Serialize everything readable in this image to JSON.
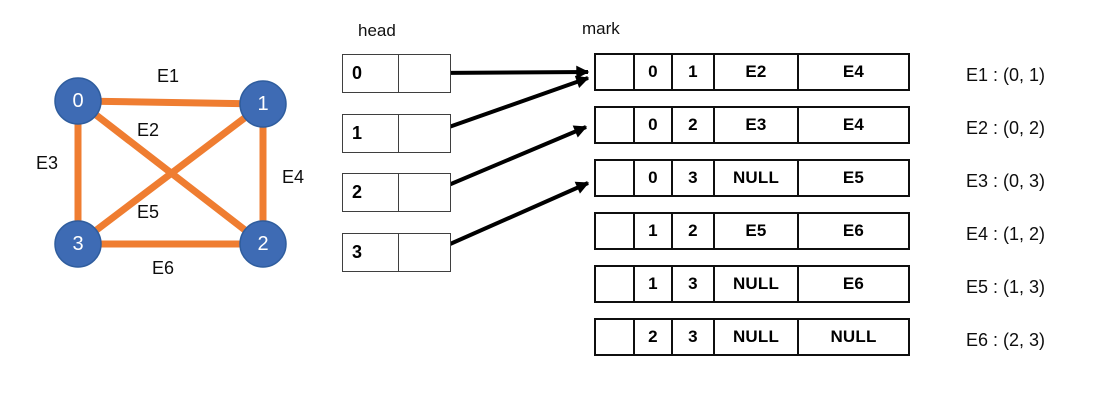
{
  "graph": {
    "nodes": [
      "0",
      "1",
      "2",
      "3"
    ],
    "edge_labels": [
      "E1",
      "E2",
      "E3",
      "E4",
      "E5",
      "E6"
    ],
    "node_color": "#3E6BB4",
    "node_border_color": "#2F5D9E",
    "edge_color": "#EF7D31",
    "arrow_color": "#000000"
  },
  "head": {
    "caption": "head",
    "items": [
      "0",
      "1",
      "2",
      "3"
    ]
  },
  "mark": {
    "caption": "mark",
    "rows": [
      [
        "",
        "0",
        "1",
        "E2",
        "E4"
      ],
      [
        "",
        "0",
        "2",
        "E3",
        "E4"
      ],
      [
        "",
        "0",
        "3",
        "NULL",
        "E5"
      ],
      [
        "",
        "1",
        "2",
        "E5",
        "E6"
      ],
      [
        "",
        "1",
        "3",
        "NULL",
        "E6"
      ],
      [
        "",
        "2",
        "3",
        "NULL",
        "NULL"
      ]
    ]
  },
  "edge_list": [
    "E1 : (0, 1)",
    "E2 : (0, 2)",
    "E3 : (0, 3)",
    "E4 : (1, 2)",
    "E5 : (1, 3)",
    "E6 : (2, 3)"
  ]
}
